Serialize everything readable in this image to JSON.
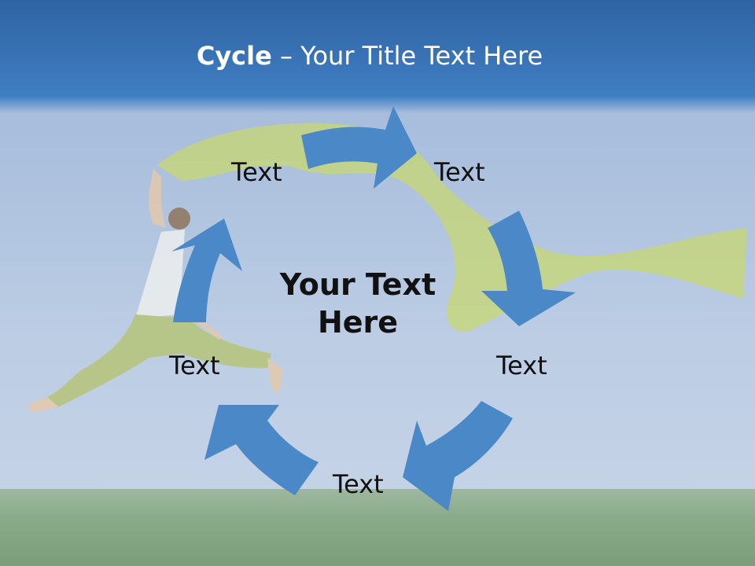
{
  "slide": {
    "title_bold": "Cycle",
    "title_rest": " – Your Title Text Here",
    "center_text": "Your Text Here",
    "nodes": [
      {
        "label": "Text"
      },
      {
        "label": "Text"
      },
      {
        "label": "Text"
      },
      {
        "label": "Text"
      },
      {
        "label": "Text"
      }
    ]
  },
  "colors": {
    "header_blue": "#2e6bb0",
    "sky_blue": "#b9cbe3",
    "grass_green": "#5f8b55",
    "arrow_blue": "#4a88c8",
    "scarf_green": "#c9d96a"
  },
  "background_image": "woman jumping with green scarf over grass field"
}
